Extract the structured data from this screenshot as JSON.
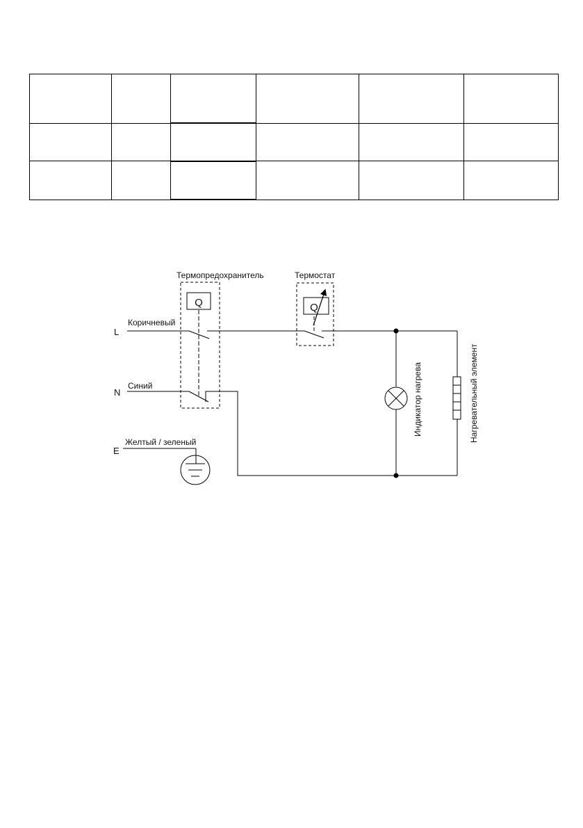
{
  "table": {
    "rows": [
      [
        "",
        "",
        "",
        "",
        "",
        ""
      ],
      [
        "",
        "",
        "",
        "",
        "",
        ""
      ],
      [
        "",
        "",
        "",
        "",
        "",
        ""
      ]
    ]
  },
  "diagram": {
    "fuse_label": "Термопредохранитель",
    "thermostat_label": "Термостат",
    "fuse_symbol": "Q",
    "thermostat_symbol": "Q",
    "line_terminal": "L",
    "neutral_terminal": "N",
    "earth_terminal": "E",
    "brown_wire": "Коричневый",
    "blue_wire": "Синий",
    "earth_wire": "Желтый / зеленый",
    "indicator_label": "Индикатор нагрева",
    "heater_label": "Нагревательный элемент",
    "icons": [
      "ground-icon",
      "lamp-icon",
      "resistor-icon",
      "switch-icon"
    ]
  }
}
